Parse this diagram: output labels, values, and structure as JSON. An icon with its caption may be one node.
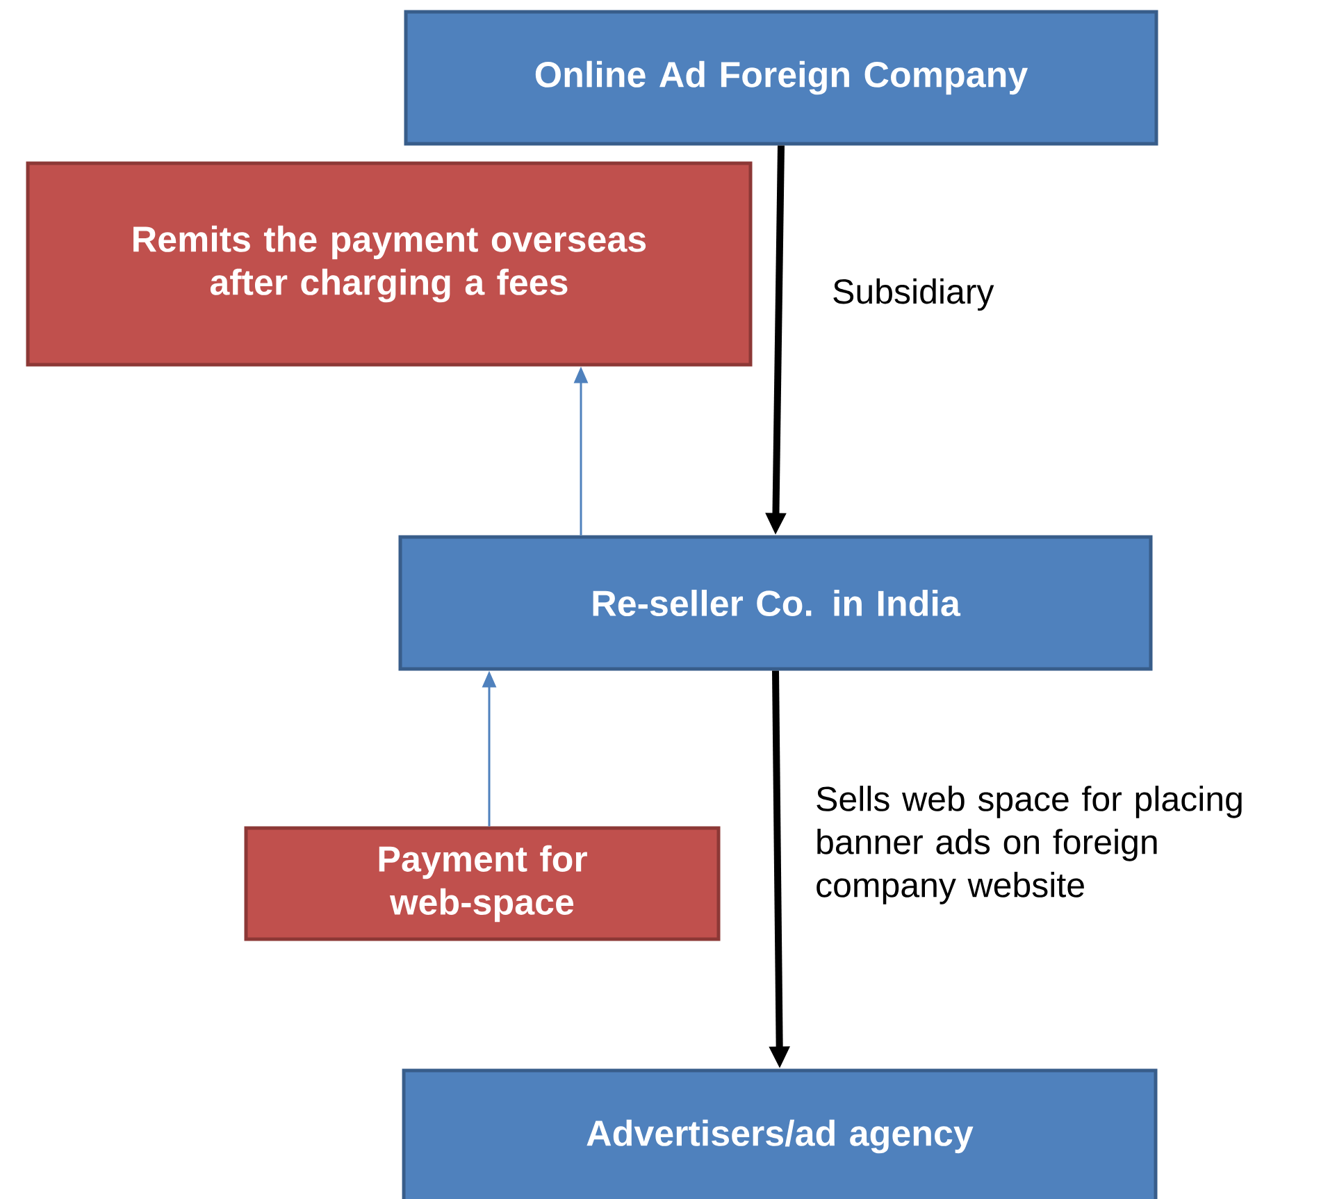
{
  "diagram": {
    "nodes": [
      {
        "text": [
          "Online Ad Foreign Company"
        ]
      },
      {
        "text": [
          "Remits the payment overseas after charging a fees"
        ]
      },
      {
        "text": [
          "Re-seller Co. in India"
        ]
      },
      {
        "text": [
          "Payment for web-space"
        ]
      },
      {
        "text": [
          "Advertisers/ad agency"
        ]
      }
    ],
    "edges": [
      {
        "from": 0,
        "to": 2,
        "arrow": "to",
        "label": "Subsidiary",
        "style": "thick",
        "color": "#000000"
      },
      {
        "from": 2,
        "to": 1,
        "arrow": "to",
        "color": "#4f81bd"
      },
      {
        "from": 3,
        "to": 2,
        "arrow": "to",
        "color": "#4f81bd"
      },
      {
        "from": 2,
        "to": 4,
        "arrow": "to",
        "label": "Sells web space for placing banner ads on foreign company website",
        "style": "thick",
        "color": "#000000"
      }
    ]
  }
}
